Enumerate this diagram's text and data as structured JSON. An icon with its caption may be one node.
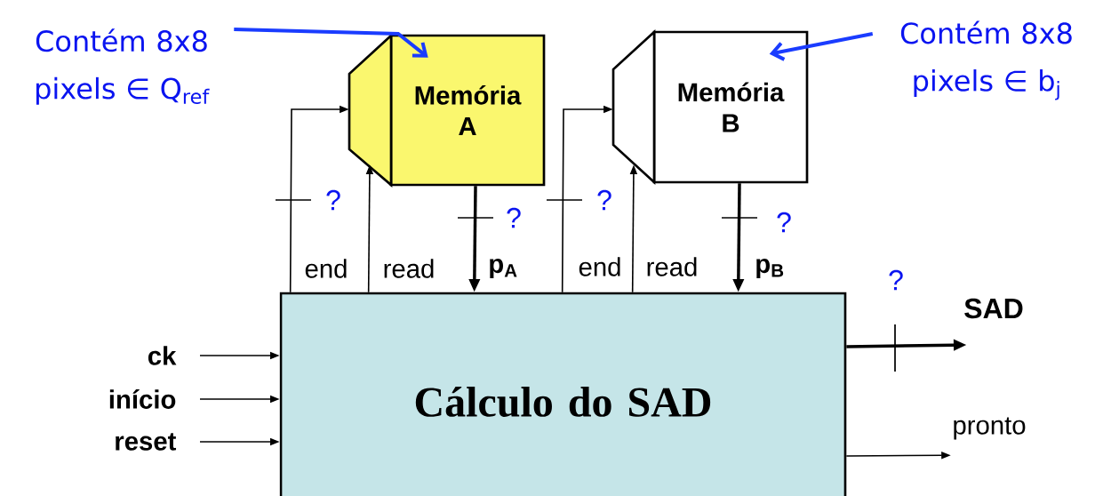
{
  "diagram": {
    "nodes": [
      {
        "text": [
          "Memória A"
        ]
      },
      {
        "text": [],
        "shape": "trapezoid"
      },
      {
        "text": [
          "Memória B"
        ]
      },
      {
        "text": [],
        "shape": "trapezoid"
      },
      {
        "text": [
          "Cálculo do SAD"
        ]
      },
      {
        "text": [
          "Contém 8x8 pixels ∈ Q$_{ref}$"
        ]
      },
      {
        "text": [
          "Contém 8x8 pixels ∈ b$_{j}$"
        ]
      },
      {
        "text": [
          "ck"
        ]
      },
      {
        "text": [
          "início"
        ]
      },
      {
        "text": [
          "reset"
        ]
      },
      {
        "text": [
          "SAD"
        ]
      },
      {
        "text": [
          "pronto"
        ]
      }
    ],
    "edges": [
      {
        "from": 5,
        "to": 0,
        "arrow": "to",
        "style": "thick",
        "color": "#1a3cff"
      },
      {
        "from": 6,
        "to": 2,
        "arrow": "to",
        "style": "thick",
        "color": "#1a3cff"
      },
      {
        "from": 4,
        "to": 1,
        "arrow": "to",
        "label": "end"
      },
      {
        "from": 4,
        "to": 1,
        "arrow": "to",
        "label": "read"
      },
      {
        "from": 0,
        "to": 4,
        "arrow": "to",
        "label": "p$_{A}$",
        "style": "thick"
      },
      {
        "from": 4,
        "to": 3,
        "arrow": "to",
        "label": "end"
      },
      {
        "from": 4,
        "to": 3,
        "arrow": "to",
        "label": "read"
      },
      {
        "from": 2,
        "to": 4,
        "arrow": "to",
        "label": "p$_{B}$",
        "style": "thick"
      },
      {
        "from": 7,
        "to": 4,
        "arrow": "to"
      },
      {
        "from": 8,
        "to": 4,
        "arrow": "to"
      },
      {
        "from": 9,
        "to": 4,
        "arrow": "to"
      },
      {
        "from": 4,
        "to": 10,
        "arrow": "to",
        "style": "thick"
      },
      {
        "from": 4,
        "to": 11,
        "arrow": "to"
      }
    ],
    "labels": [
      "?",
      "?",
      "?",
      "?",
      "?"
    ]
  }
}
